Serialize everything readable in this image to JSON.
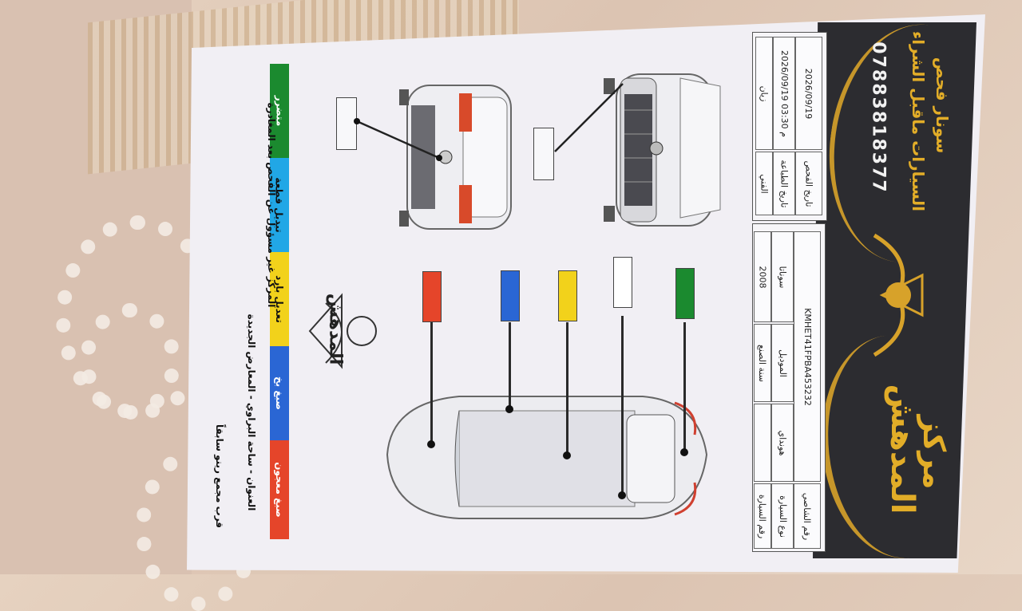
{
  "business": {
    "name_line1": "مركز",
    "name_line2": "المدهش",
    "service_line1": "سونار فحص",
    "service_line2": "السيارات ماقبل الشراء",
    "phone": "07883818377",
    "logo_text": "المدهش"
  },
  "info_table": {
    "rows": [
      {
        "label": "رقم الشاصي",
        "value": "KMHET41FPBA453232"
      },
      {
        "label": "نوع السيارة",
        "value": "هونداي"
      },
      {
        "label": "الموديل",
        "value": "سوناتا"
      },
      {
        "label": "سنة الصنع",
        "value": "2008"
      },
      {
        "label": "رقم السيارة",
        "value": ""
      }
    ],
    "right_rows": [
      {
        "label": "تاريخ الفحص",
        "value": "2026/09/19"
      },
      {
        "label": "تاريخ الطباعة",
        "value": "2026/09/19 03:30 م"
      },
      {
        "label": "الفني",
        "value": "زيان"
      }
    ]
  },
  "legend": [
    {
      "label": "متضرر",
      "color": "#1b8a2f"
    },
    {
      "label": "تبديل قطعة",
      "color": "#21a7e6"
    },
    {
      "label": "تعديل بارد",
      "color": "#f2d21b"
    },
    {
      "label": "صبغ بخ",
      "color": "#2a66d4"
    },
    {
      "label": "صبغ معجون",
      "color": "#e5452a"
    }
  ],
  "swatches": [
    {
      "name": "red",
      "color": "#e5452a"
    },
    {
      "name": "blue",
      "color": "#2a66d4"
    },
    {
      "name": "yellow",
      "color": "#f2d21b"
    },
    {
      "name": "white",
      "color": "#ffffff"
    },
    {
      "name": "green",
      "color": "#1b8a2f"
    }
  ],
  "footer": {
    "line1": "المركز غير مسؤول عن الفحص بعد المغادرة",
    "line2": "العنوان - ساحة البراوي - المعارض الجديدة",
    "line3": "قرب مجمع رينو سابقاً"
  }
}
